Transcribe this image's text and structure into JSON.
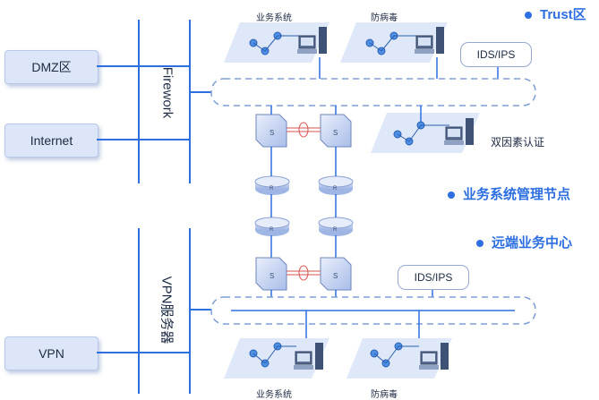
{
  "zones": {
    "dmz": "DMZ区",
    "internet": "Internet",
    "vpn": "VPN"
  },
  "vertical_labels": {
    "firework": "Firework",
    "vpn_server": "VPN服务器"
  },
  "titles": {
    "trust": "Trust区",
    "business_mgmt": "业务系统管理节点",
    "remote_center": "远端业务中心"
  },
  "labels": {
    "top_business": "业务系统",
    "top_antivirus": "防病毒",
    "ids_top": "IDS/IPS",
    "two_factor": "双因素认证",
    "ids_bottom": "IDS/IPS",
    "bottom_business": "业务系统",
    "bottom_antivirus": "防病毒"
  },
  "device_glyphs": {
    "switch": "S",
    "router": "R"
  },
  "colors": {
    "accent": "#2d6fe0",
    "zone_box": "#dde6f8",
    "platform": "#dfe8f8",
    "dashed": "#7f9fd8",
    "link_red": "#d9534f"
  }
}
